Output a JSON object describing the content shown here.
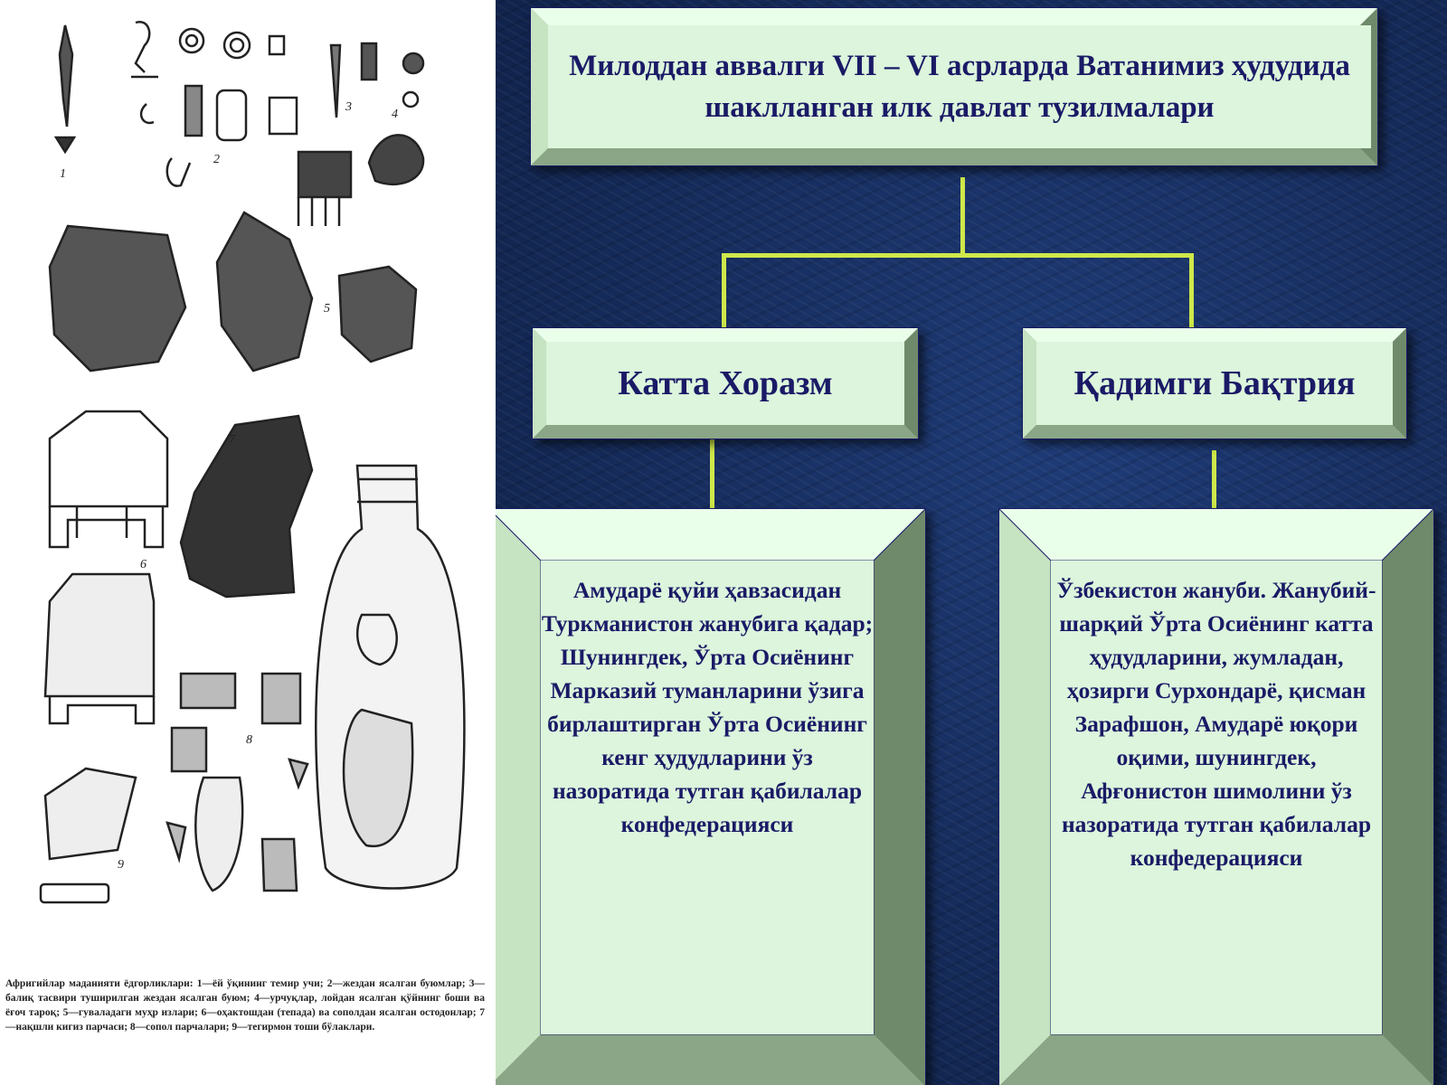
{
  "left_panel": {
    "figure_numbers": [
      "1",
      "2",
      "3",
      "4",
      "5",
      "6",
      "7",
      "8",
      "9"
    ],
    "caption": "Афригийлар маданияти ёдгорликлари: 1—ёй ўқининг темир учи; 2—жездан ясалган буюмлар; 3—балиқ тасвири туширилган жездан ясалган буюм; 4—урчуқлар, лойдан ясалган қўйнинг боши ва ёғоч тароқ; 5—гуваладаги муҳр излари; 6—оҳактошдан (тепада) ва сополдан ясалган остодонлар; 7—нақшли кигиз парчаси; 8—сопол парчалари; 9—тегирмон тоши бўлаклари."
  },
  "diagram": {
    "title": "Милоддан аввалги VII – VI асрларда Ватанимиз ҳудудида шаклланган илк давлат тузилмалари",
    "left_region": {
      "name": "Катта Хоразм",
      "description": "Амударё қуйи ҳавзасидан Туркманистон жанубига қадар; Шунингдек, Ўрта Осиёнинг Марказий туманларини ўзига бирлаштирган Ўрта Осиёнинг кенг ҳудудларини ўз назоратида тутган қабилалар конфедерацияси"
    },
    "right_region": {
      "name": "Қадимги Бақтрия",
      "description": "Ўзбекистон жануби. Жанубий-шарқий Ўрта Осиёнинг катта ҳудудларини, жумладан, ҳозирги Сурхондарё, қисман Зарафшон, Амударё юқори оқими, шунингдек, Афғонистон шимолини ўз назоратида тутган қабилалар конфедерацияси"
    }
  },
  "colors": {
    "slide_background": "#162a56",
    "box_face": "#dcf5dc",
    "box_bevel": "#7f9b79",
    "connector": "#cfe84a",
    "text": "#1a1a66"
  }
}
